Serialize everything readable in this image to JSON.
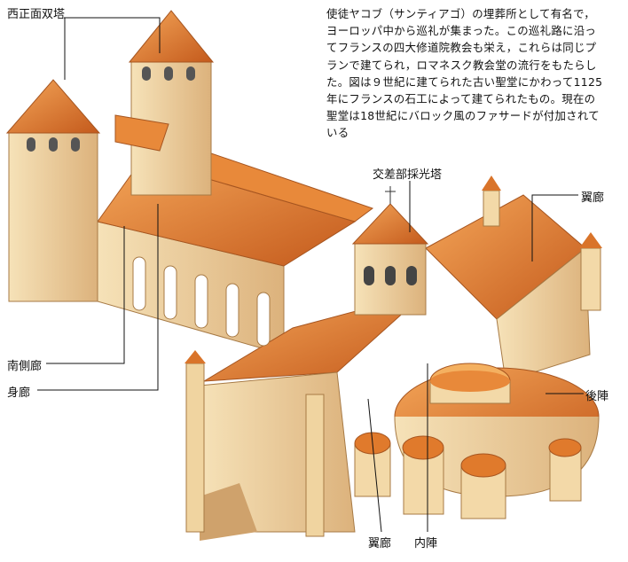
{
  "description_lines": [
    "使徒ヤコブ（サンティアゴ）の埋葬所として有名で，",
    "ヨーロッパ中から巡礼が集まった。この巡礼路に沿っ",
    "てフランスの四大修道院教会も栄え，これらは同じプ",
    "ランで建てられ，ロマネスク教会堂の流行をもたらし",
    "た。図は９世紀に建てられた古い聖堂にかわって1125",
    "年にフランスの石工によって建てられたもの。現在の",
    "聖堂は18世紀にバロック風のファサードが付加されて",
    "いる"
  ],
  "labels": {
    "west_towers": "西正面双塔",
    "crossing_tower": "交差部採光塔",
    "transept_right": "翼廊",
    "south_aisle": "南側廊",
    "nave": "身廊",
    "apse": "後陣",
    "transept_bottom": "翼廊",
    "choir": "内陣"
  },
  "colors": {
    "roof": "#d9742a",
    "roof_light": "#f0a050",
    "wall": "#f3d9a8",
    "wall_shade": "#d9b07a"
  }
}
